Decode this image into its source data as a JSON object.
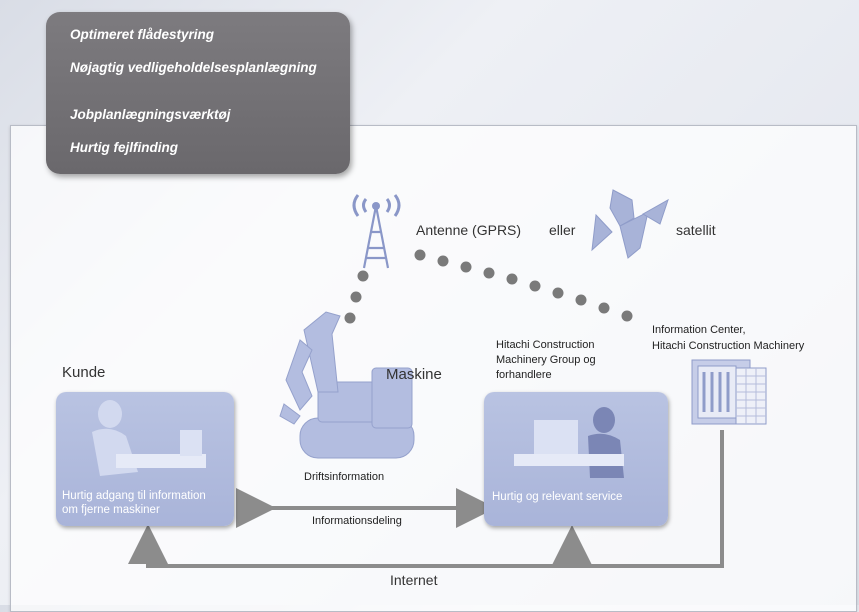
{
  "features": [
    "Optimeret flådestyring",
    "Nøjagtig vedligeholdelsesplanlægning",
    "Jobplanlægningsværktøj",
    "Hurtig fejlfinding"
  ],
  "network": {
    "antenna_label": "Antenne (GPRS)",
    "or_label": "eller",
    "satellite_label": "satellit"
  },
  "machine": {
    "label": "Maskine",
    "caption": "Driftsinformation"
  },
  "customer": {
    "label": "Kunde",
    "card_text_line1": "Hurtig adgang til information",
    "card_text_line2": "om fjerne maskiner"
  },
  "dealer": {
    "label_line1": "Hitachi Construction",
    "label_line2": "Machinery Group og",
    "label_line3": "forhandlere",
    "card_text": "Hurtig og relevant service"
  },
  "info_center": {
    "label_line1": "Information Center,",
    "label_line2": "Hitachi Construction Machinery"
  },
  "links": {
    "sharing_label": "Informationsdeling",
    "internet_label": "Internet"
  },
  "colors": {
    "feature_box": "#716f73",
    "card": "#b1bbdd",
    "arrow": "#8c8c8c",
    "dots": "#7a7a7a",
    "icon_blue": "#8a97c8"
  }
}
